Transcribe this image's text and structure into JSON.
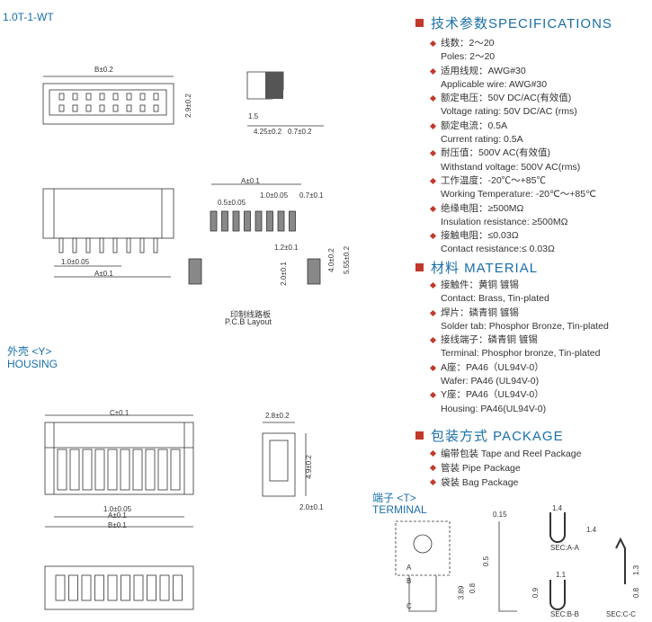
{
  "title": "1.0T-1-WT",
  "specs": {
    "heading": "技术参数SPECIFICATIONS",
    "items": [
      [
        "线数：2～20",
        "Poles: 2～20"
      ],
      [
        "适用线规：AWG#30",
        "Applicable wire: AWG#30"
      ],
      [
        "额定电压：50V DC/AC(有效值)",
        "Voltage rating: 50V DC/AC (rms)"
      ],
      [
        "额定电流：0.5A",
        "Current rating: 0.5A"
      ],
      [
        "耐压值：500V AC(有效值)",
        "Withstand voltage: 500V AC(rms)"
      ],
      [
        "工作温度：-20℃～+85℃",
        "Working Temperature: -20℃～+85℃"
      ],
      [
        "绝缘电阻：≥500MΩ",
        "Insulation resistance: ≥500MΩ"
      ],
      [
        "接触电阻：≤0.03Ω",
        "Contact resistance:≤ 0.03Ω"
      ]
    ]
  },
  "material": {
    "heading": "材料 MATERIAL",
    "items": [
      [
        "接触件：黄铜 镀锡",
        "Contact: Brass, Tin-plated"
      ],
      [
        "焊片：磷青铜 镀锡",
        "Solder tab: Phosphor Bronze, Tin-plated"
      ],
      [
        "接线端子：磷青铜 镀锡",
        "Terminal: Phosphor bronze, Tin-plated"
      ],
      [
        "A座：PA46（UL94V-0）",
        "Wafer: PA46 (UL94V-0)"
      ],
      [
        "Y座：PA46（UL94V-0）",
        "Housing: PA46(UL94V-0)"
      ]
    ]
  },
  "package": {
    "heading": "包装方式 PACKAGE",
    "items": [
      "编带包装 Tape and Reel Package",
      "管装 Pipe Package",
      "袋装 Bag Package"
    ]
  },
  "wafer_dims": {
    "b": "B±0.2",
    "h29": "2.9±0.2",
    "d15": "1.5",
    "d425": "4.25±0.2",
    "d07": "0.7±0.2",
    "pitch": "1.0±0.05",
    "a": "A±0.1"
  },
  "pcb": {
    "a": "A±0.1",
    "d05": "0.5±0.05",
    "d10": "1.0±0.05",
    "d07": "0.7±0.1",
    "d12": "1.2±0.1",
    "d40": "4.0±0.2",
    "d555": "5.55±0.2",
    "d20": "2.0±0.1",
    "label_cn": "印制线路板",
    "label_en": "P.C.B Layout"
  },
  "housing": {
    "label_cn": "外壳 <Y>",
    "label_en": "HOUSING",
    "c": "C±0.1",
    "pitch": "1.0±0.05",
    "a": "A±0.1",
    "b": "B±0.1",
    "d28": "2.8±0.2",
    "d49": "4.9±0.2",
    "d20": "2.0±0.1"
  },
  "terminal": {
    "label_cn": "端子 <T>",
    "label_en": "TERMINAL",
    "d015": "0.15",
    "d14a": "1.4",
    "d14b": "1.4",
    "secaa": "SEC:A-A",
    "d11": "1.1",
    "d09": "0.9",
    "secbb": "SEC:B-B",
    "d13": "1.3",
    "d08": "0.8",
    "seccc": "SEC:C-C",
    "d05": "0.5",
    "d08b": "0.8",
    "d389": "3.89",
    "la": "A",
    "lb": "B",
    "lc": "C"
  }
}
